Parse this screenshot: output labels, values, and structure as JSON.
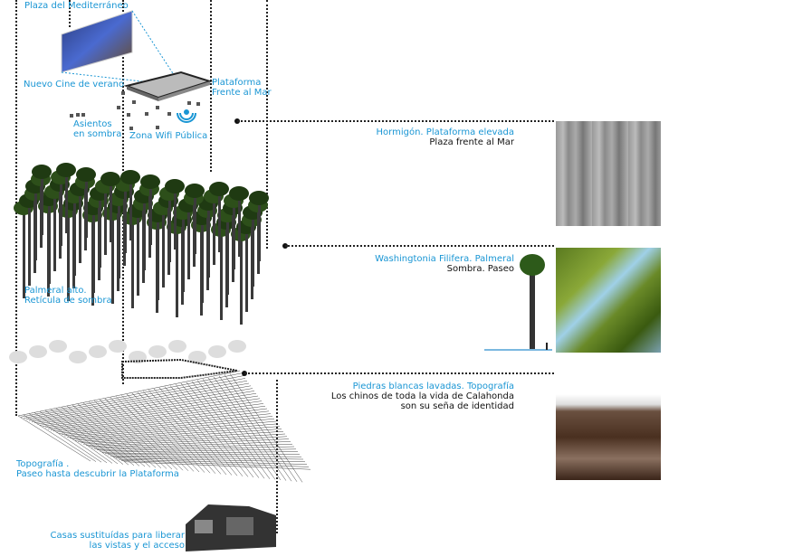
{
  "labels": {
    "plaza": "Plaza del Mediterráneo",
    "cine": "Nuevo Cine de verano",
    "plataforma1": "Plataforma",
    "plataforma2": "Frente al Mar",
    "asientos1": "Asientos",
    "asientos2": "en sombra",
    "wifi": "Zona Wifi Pública",
    "palmeral1": "Palmeral alto.",
    "palmeral2": "Retícula de sombra",
    "topo1": "Topografía .",
    "topo2": "Paseo hasta descubrir la Plataforma",
    "casas1": "Casas sustituídas para liberar",
    "casas2": "las vistas y el acceso"
  },
  "materials": [
    {
      "title": "Hormigón. Plataforma elevada",
      "lines": [
        "Plaza frente al Mar"
      ]
    },
    {
      "title": "Washingtonia Filifera. Palmeral",
      "lines": [
        "Sombra. Paseo"
      ]
    },
    {
      "title": "Piedras blancas lavadas. Topografía",
      "lines": [
        "Los chinos de toda la vida de Calahonda",
        "son su seña de identidad"
      ]
    }
  ],
  "colors": {
    "accent": "#1a96d4"
  }
}
